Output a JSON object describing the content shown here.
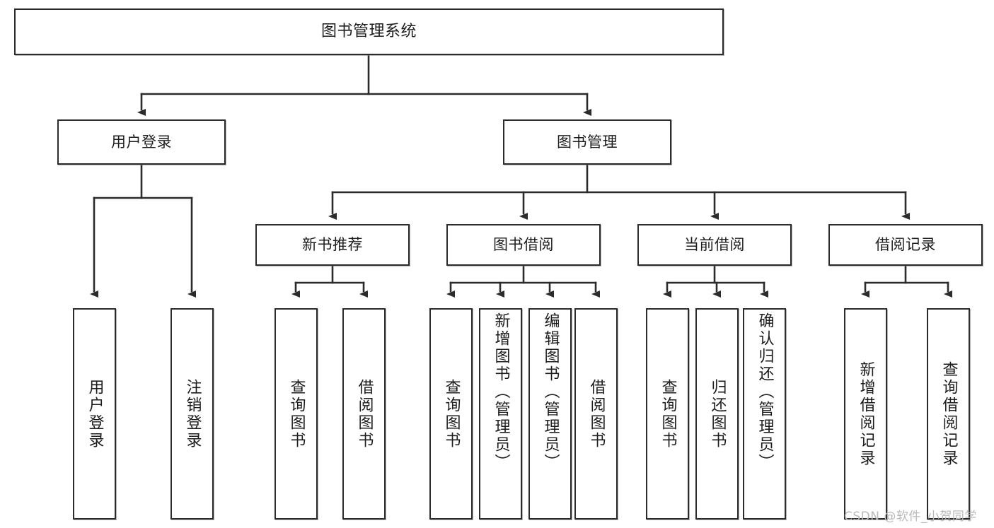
{
  "diagram": {
    "type": "tree-hierarchy-chart",
    "title": "图书管理系统",
    "stroke_color": "#2b2b2b",
    "background_color": "#ffffff",
    "text_color": "#1d1d1d",
    "levels": [
      {
        "level": 1,
        "nodes": [
          {
            "id": "root",
            "label": "图书管理系统",
            "orientation": "horizontal"
          }
        ]
      },
      {
        "level": 2,
        "nodes": [
          {
            "id": "l2-0",
            "label": "用户登录",
            "orientation": "horizontal"
          },
          {
            "id": "l2-1",
            "label": "图书管理",
            "orientation": "horizontal"
          }
        ]
      },
      {
        "level": 3,
        "nodes": [
          {
            "id": "l3-0",
            "label": "新书推荐",
            "orientation": "horizontal"
          },
          {
            "id": "l3-1",
            "label": "图书借阅",
            "orientation": "horizontal"
          },
          {
            "id": "l3-2",
            "label": "当前借阅",
            "orientation": "horizontal"
          },
          {
            "id": "l3-3",
            "label": "借阅记录",
            "orientation": "horizontal"
          }
        ]
      },
      {
        "level": 4,
        "nodes": [
          {
            "id": "l4-0",
            "label": "用户登录",
            "orientation": "vertical",
            "parent": "用户登录"
          },
          {
            "id": "l4-1",
            "label": "注销登录",
            "orientation": "vertical",
            "parent": "用户登录"
          },
          {
            "id": "l4-2",
            "label": "查询图书",
            "orientation": "vertical",
            "parent": "新书推荐"
          },
          {
            "id": "l4-3",
            "label": "借阅图书",
            "orientation": "vertical",
            "parent": "新书推荐"
          },
          {
            "id": "l4-4",
            "label": "查询图书",
            "orientation": "vertical",
            "parent": "图书借阅"
          },
          {
            "id": "l4-5",
            "label": "新增图书（管理员）",
            "orientation": "vertical",
            "parent": "图书借阅"
          },
          {
            "id": "l4-6",
            "label": "编辑图书（管理员）",
            "orientation": "vertical",
            "parent": "图书借阅"
          },
          {
            "id": "l4-7",
            "label": "借阅图书",
            "orientation": "vertical",
            "parent": "图书借阅"
          },
          {
            "id": "l4-8",
            "label": "查询图书",
            "orientation": "vertical",
            "parent": "当前借阅"
          },
          {
            "id": "l4-9",
            "label": "归还图书",
            "orientation": "vertical",
            "parent": "当前借阅"
          },
          {
            "id": "l4-10",
            "label": "确认归还（管理员）",
            "orientation": "vertical",
            "parent": "当前借阅"
          },
          {
            "id": "l4-11",
            "label": "新增借阅记录",
            "orientation": "vertical",
            "parent": "借阅记录"
          },
          {
            "id": "l4-12",
            "label": "查询借阅记录",
            "orientation": "vertical",
            "parent": "借阅记录"
          }
        ]
      }
    ]
  },
  "watermark": {
    "text": "CSDN @软件_小贺同学"
  }
}
